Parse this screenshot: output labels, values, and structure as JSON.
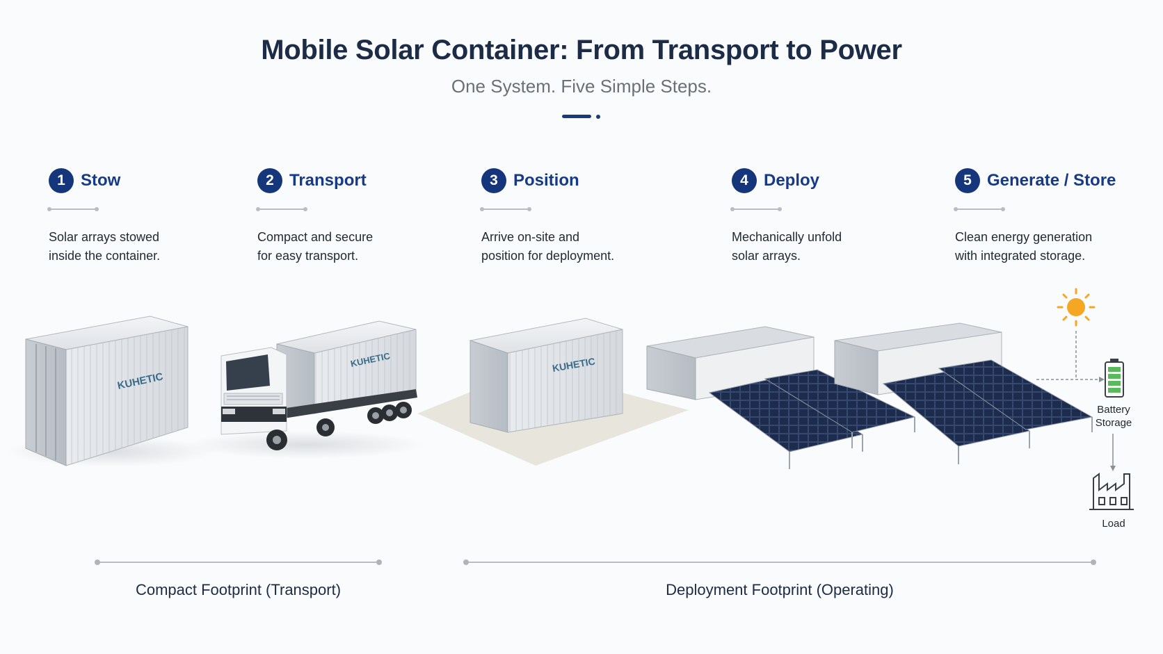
{
  "header": {
    "title": "Mobile Solar Container: From Transport to Power",
    "subtitle": "One System. Five Simple Steps."
  },
  "steps": [
    {
      "number": "1",
      "name": "Stow",
      "description_line1": "Solar arrays stowed",
      "description_line2": "inside the container."
    },
    {
      "number": "2",
      "name": "Transport",
      "description_line1": "Compact and secure",
      "description_line2": "for easy transport."
    },
    {
      "number": "3",
      "name": "Position",
      "description_line1": "Arrive on-site and",
      "description_line2": "position for deployment."
    },
    {
      "number": "4",
      "name": "Deploy",
      "description_line1": "Mechanically unfold",
      "description_line2": "solar arrays."
    },
    {
      "number": "5",
      "name": "Generate / Store",
      "description_line1": "Clean energy generation",
      "description_line2": "with integrated storage."
    }
  ],
  "container_brand": "KUHETIC",
  "energy_flow": {
    "battery_label_line1": "Battery",
    "battery_label_line2": "Storage",
    "load_label": "Load"
  },
  "footprints": {
    "transport_label": "Compact Footprint (Transport)",
    "operating_label": "Deployment Footprint (Operating)"
  },
  "colors": {
    "accent": "#15367a",
    "step_title": "#173a86",
    "title": "#1c2b46",
    "subtitle": "#6b7077",
    "sun": "#f5a623",
    "battery_fill": "#5cb85c",
    "panel": "#1c2a4a"
  },
  "icons": [
    "sun-icon",
    "battery-icon",
    "factory-icon"
  ]
}
